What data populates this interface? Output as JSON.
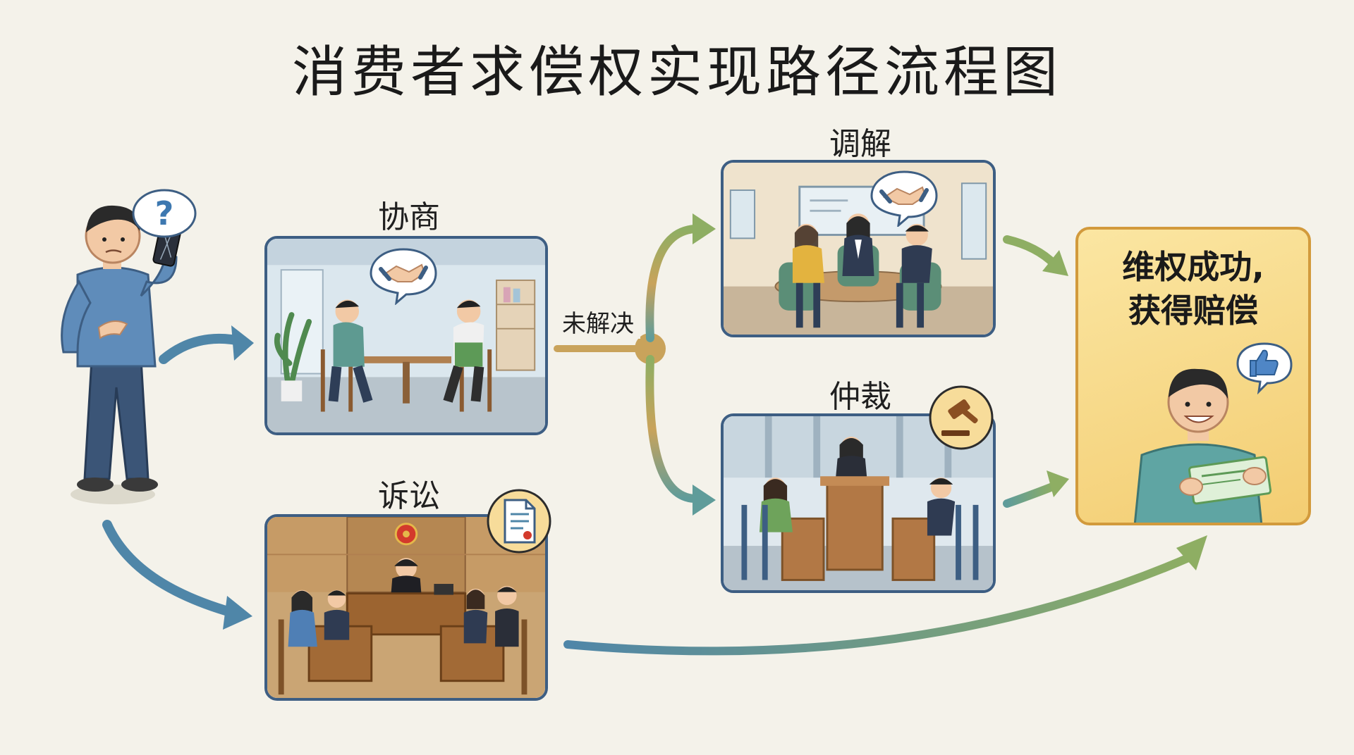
{
  "title": "消费者求偿权实现路径流程图",
  "stages": {
    "negotiation": "协商",
    "mediation": "调解",
    "arbitration": "仲裁",
    "litigation": "诉讼"
  },
  "branch_label": "未解决",
  "result": {
    "line1": "维权成功,",
    "line2": "获得赔偿"
  },
  "icons": {
    "consumer_thought": "question-mark-icon",
    "negotiation": "handshake-icon",
    "mediation": "handshake-icon",
    "arbitration": "gavel-icon",
    "litigation": "document-icon",
    "result": "thumbs-up-icon"
  },
  "colors": {
    "panel_border": "#3d5e83",
    "arrow_blue": "#4f86a8",
    "arrow_green": "#8eae63",
    "branch_tan": "#c9a35b",
    "result_fill": "#f6d684",
    "result_border": "#d29a3c"
  }
}
